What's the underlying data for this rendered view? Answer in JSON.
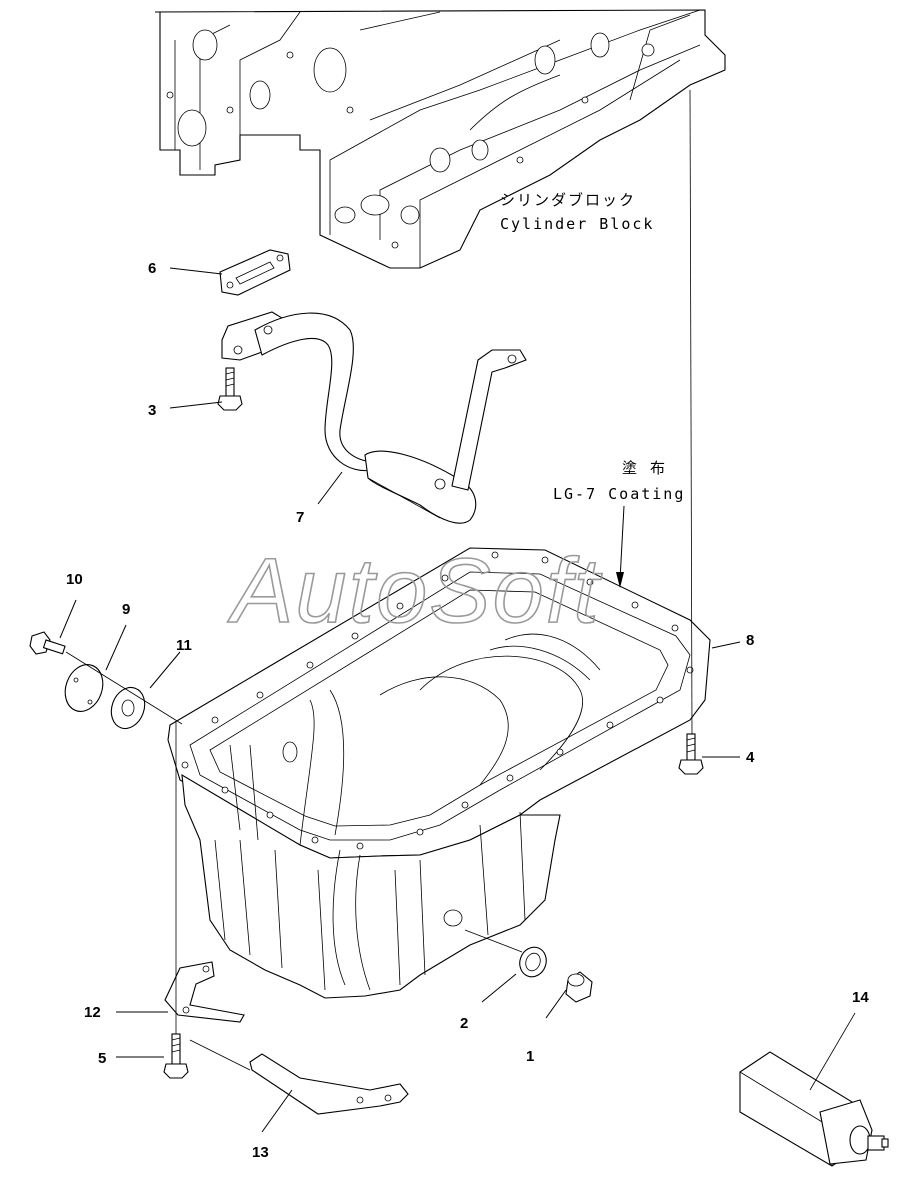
{
  "annotations": {
    "cylinder_block_jp": "シリンダブロック",
    "cylinder_block_en": "Cylinder Block",
    "coating_jp": "塗 布",
    "coating_en": "LG-7 Coating"
  },
  "watermark": "AutoSoft",
  "callouts": {
    "c1": "1",
    "c2": "2",
    "c3": "3",
    "c4": "4",
    "c5": "5",
    "c6": "6",
    "c7": "7",
    "c8": "8",
    "c9": "9",
    "c10": "10",
    "c11": "11",
    "c12": "12",
    "c13": "13",
    "c14": "14"
  }
}
